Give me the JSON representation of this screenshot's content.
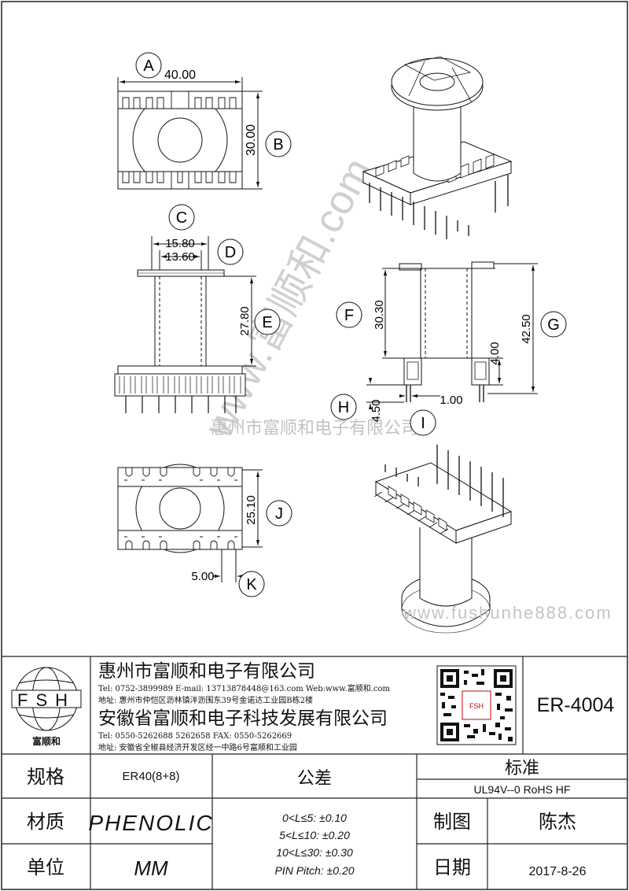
{
  "watermark": {
    "url_vertical": "www.富顺和.com",
    "company_center": "惠州市富顺和电子有限公司",
    "url_bottom": "www.fushunhe888.com"
  },
  "dimensions": {
    "A": {
      "letter": "A",
      "value": "40.00"
    },
    "B": {
      "letter": "B",
      "value": "30.00"
    },
    "C": {
      "letter": "C",
      "value": "15.80"
    },
    "D": {
      "letter": "D",
      "value": "13.60"
    },
    "E": {
      "letter": "E",
      "value": "27.80"
    },
    "F": {
      "letter": "F",
      "value": "30.30"
    },
    "G": {
      "letter": "G",
      "value": "42.50"
    },
    "H": {
      "letter": "H",
      "value": "4.50"
    },
    "I": {
      "letter": "I",
      "value": "1.00"
    },
    "J": {
      "letter": "J",
      "value": "25.10"
    },
    "K": {
      "letter": "K",
      "value": "5.00"
    },
    "pin_offset": "4.00"
  },
  "title_block": {
    "logo_text": "FSH",
    "logo_caption": "富顺和",
    "company1": "惠州市富顺和电子有限公司",
    "company1_contact": "Tel:   0752-3899989   E-mail: 13713878448@163.com   Web:www.富顺和.com",
    "company1_address": "地址: 惠州市仲恺区沥林镇泮沥围东39号金诺达工业园B栋2楼",
    "company2": "安徽省富顺和电子科技发展有限公司",
    "company2_contact": "Tel:   0550-5262688   5262658        FAX:  0550-5262669",
    "company2_address": "地址: 安徽省全椒县经济开发区经一中路6号富顺和工业园",
    "qr_caption": "FSH",
    "part_number": "ER-4004"
  },
  "spec_table": {
    "spec_label": "规格",
    "spec_value": "ER40(8+8)",
    "material_label": "材质",
    "material_value": "PHENOLIC",
    "unit_label": "单位",
    "unit_value": "MM",
    "tolerance_label": "公差",
    "tolerances": [
      "0<L≤5: ±0.10",
      "5<L≤10: ±0.20",
      "10<L≤30: ±0.30",
      "PIN Pitch: ±0.20"
    ],
    "standard_label": "标准",
    "standard_value": "UL94V--0  RoHS HF",
    "drawn_label": "制图",
    "drawn_value": "陈杰",
    "date_label": "日期",
    "date_value": "2017-8-26"
  }
}
